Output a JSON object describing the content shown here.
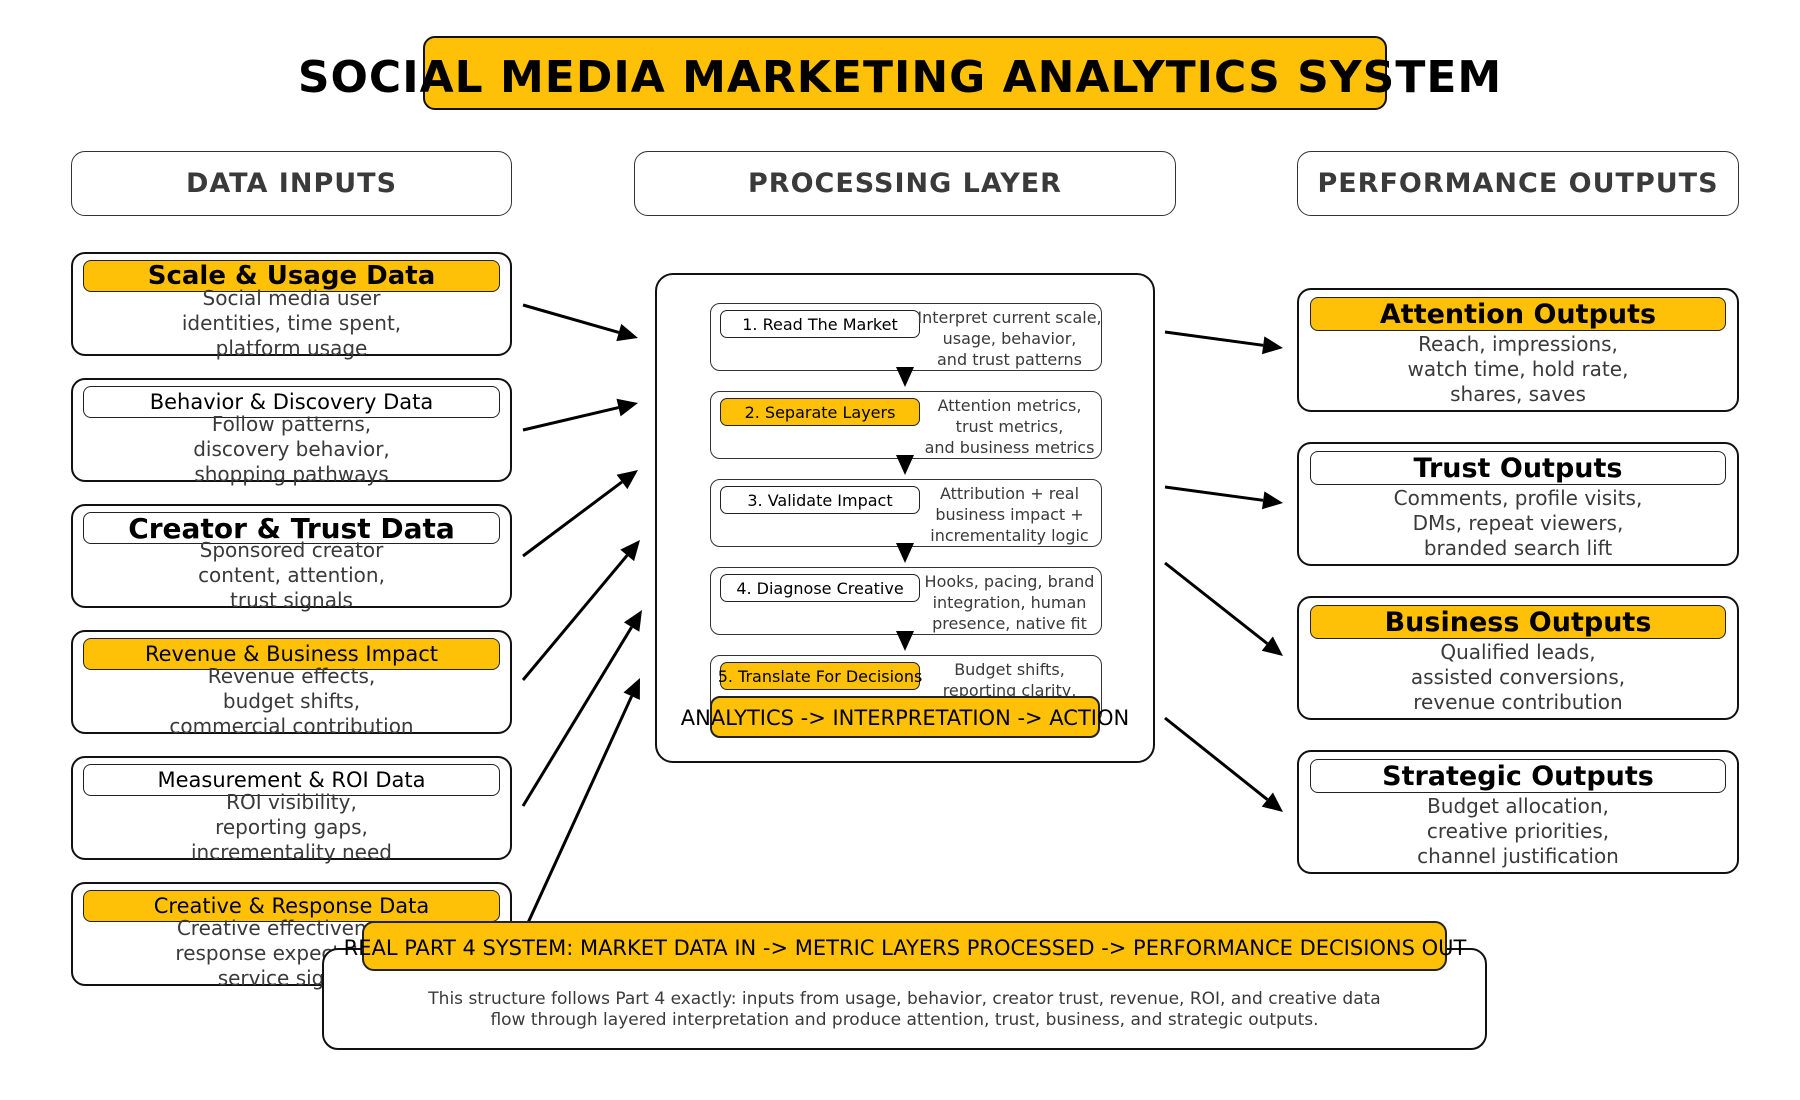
{
  "title": "SOCIAL MEDIA MARKETING ANALYTICS SYSTEM",
  "columns": {
    "inputs": "DATA INPUTS",
    "processing": "PROCESSING LAYER",
    "outputs": "PERFORMANCE OUTPUTS"
  },
  "inputs": [
    {
      "label": "Scale & Usage Data",
      "desc": "Social media user\nidentities, time spent,\nplatform usage",
      "highlight": true
    },
    {
      "label": "Behavior & Discovery Data",
      "desc": "Follow patterns,\ndiscovery behavior,\nshopping pathways",
      "highlight": false
    },
    {
      "label": "Creator & Trust Data",
      "desc": "Sponsored creator\ncontent, attention,\ntrust signals",
      "highlight": false
    },
    {
      "label": "Revenue & Business Impact",
      "desc": "Revenue effects,\nbudget shifts,\ncommercial contribution",
      "highlight": true
    },
    {
      "label": "Measurement & ROI Data",
      "desc": "ROI visibility,\nreporting gaps,\nincrementality need",
      "highlight": false
    },
    {
      "label": "Creative & Response Data",
      "desc": "Creative effectiveness,\nresponse expectations,\nservice signals",
      "highlight": true
    }
  ],
  "steps": [
    {
      "label": "1. Read The Market",
      "desc": "Interpret current scale,\nusage, behavior,\nand trust patterns",
      "highlight": false
    },
    {
      "label": "2. Separate Layers",
      "desc": "Attention metrics,\ntrust metrics,\nand business metrics",
      "highlight": true
    },
    {
      "label": "3. Validate Impact",
      "desc": "Attribution + real\nbusiness impact +\nincrementality logic",
      "highlight": false
    },
    {
      "label": "4. Diagnose Creative",
      "desc": "Hooks, pacing, brand\nintegration, human\npresence, native fit",
      "highlight": false
    },
    {
      "label": "5. Translate For Decisions",
      "desc": "Budget shifts,\nreporting clarity,\nleadership action",
      "highlight": true
    }
  ],
  "processing_banner": "ANALYTICS -> INTERPRETATION -> ACTION",
  "outputs": [
    {
      "label": "Attention Outputs",
      "desc": "Reach, impressions,\nwatch time, hold rate,\nshares, saves",
      "highlight": true
    },
    {
      "label": "Trust Outputs",
      "desc": "Comments, profile visits,\nDMs, repeat viewers,\nbranded search lift",
      "highlight": false
    },
    {
      "label": "Business Outputs",
      "desc": "Qualified leads,\nassisted conversions,\nrevenue contribution",
      "highlight": true
    },
    {
      "label": "Strategic Outputs",
      "desc": "Budget allocation,\ncreative priorities,\nchannel justification",
      "highlight": false
    }
  ],
  "footer": {
    "banner": "REAL PART 4 SYSTEM: MARKET DATA IN -> METRIC LAYERS PROCESSED -> PERFORMANCE DECISIONS OUT",
    "text": "This structure follows Part 4 exactly: inputs from usage, behavior, creator trust, revenue, ROI, and creative data\nflow through layered interpretation and produce attention, trust, business, and strategic outputs."
  },
  "colors": {
    "accent": "#FFC107",
    "stroke": "#111111",
    "muted_text": "#3a3a3a"
  }
}
